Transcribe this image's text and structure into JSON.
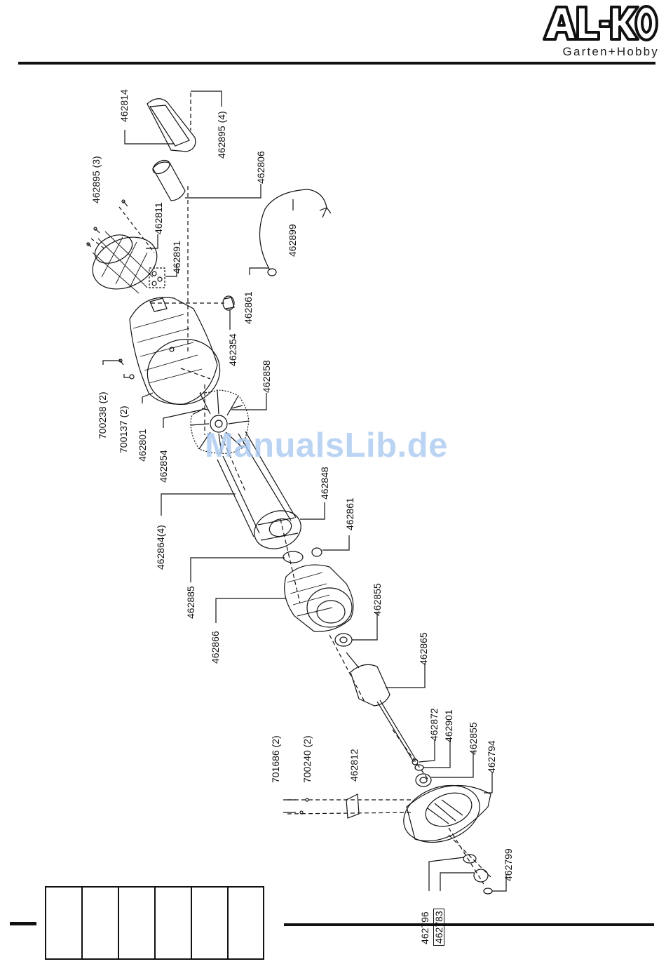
{
  "header": {
    "brand_logo_text": "AL-KO",
    "brand_tagline": "Garten+Hobby"
  },
  "watermark": "ManualsLib.de",
  "parts": [
    {
      "id": "p1",
      "number": "462814"
    },
    {
      "id": "p2",
      "number": "462895 (4)"
    },
    {
      "id": "p3",
      "number": "462895 (3)"
    },
    {
      "id": "p4",
      "number": "462806"
    },
    {
      "id": "p5",
      "number": "462811"
    },
    {
      "id": "p6",
      "number": "462899"
    },
    {
      "id": "p7",
      "number": "462891"
    },
    {
      "id": "p8",
      "number": "462861"
    },
    {
      "id": "p9",
      "number": "462354"
    },
    {
      "id": "p10",
      "number": "462858"
    },
    {
      "id": "p11",
      "number": "700238 (2)"
    },
    {
      "id": "p12",
      "number": "700137 (2)"
    },
    {
      "id": "p13",
      "number": "462801"
    },
    {
      "id": "p14",
      "number": "462854"
    },
    {
      "id": "p15",
      "number": "462848"
    },
    {
      "id": "p16",
      "number": "462861"
    },
    {
      "id": "p17",
      "number": "462864(4)"
    },
    {
      "id": "p18",
      "number": "462885"
    },
    {
      "id": "p19",
      "number": "462855"
    },
    {
      "id": "p20",
      "number": "462866"
    },
    {
      "id": "p21",
      "number": "462865"
    },
    {
      "id": "p22",
      "number": "462872"
    },
    {
      "id": "p23",
      "number": "462901"
    },
    {
      "id": "p24",
      "number": "701686 (2)"
    },
    {
      "id": "p25",
      "number": "700240 (2)"
    },
    {
      "id": "p26",
      "number": "462812"
    },
    {
      "id": "p27",
      "number": "462855"
    },
    {
      "id": "p28",
      "number": "462794"
    },
    {
      "id": "p29",
      "number": "462796"
    },
    {
      "id": "p30",
      "number": "462783"
    },
    {
      "id": "p31",
      "number": "462799"
    }
  ],
  "footer": {
    "grid_cells": [
      "",
      "",
      "",
      "",
      "",
      ""
    ]
  }
}
